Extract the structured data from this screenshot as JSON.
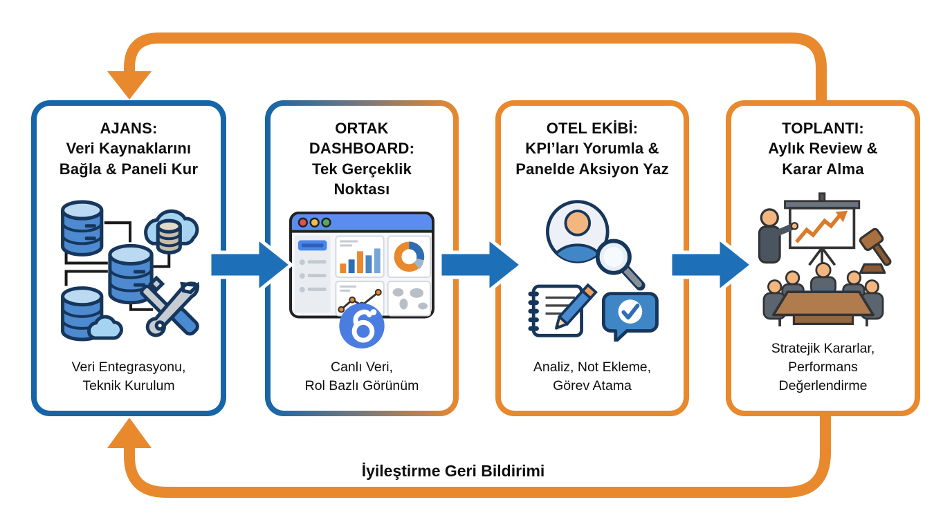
{
  "colors": {
    "blue": "#1565a8",
    "arrow_blue": "#1d6fb8",
    "orange": "#e8892e",
    "text": "#0d0d0d",
    "background": "#ffffff"
  },
  "steps": [
    {
      "name": "ajans",
      "title": "AJANS:\nVeri Kaynaklarını\nBağla & Paneli Kur",
      "subtitle": "Veri Entegrasyonu,\nTeknik Kurulum",
      "icon": "data-sources-icon",
      "border": "blue"
    },
    {
      "name": "ortak-dashboard",
      "title": "ORTAK\nDASHBOARD:\nTek Gerçeklik\nNoktası",
      "subtitle": "Canlı Veri,\nRol Bazlı Görünüm",
      "icon": "dashboard-icon",
      "border": "blue-to-orange-gradient"
    },
    {
      "name": "otel-ekibi",
      "title": "OTEL EKİBİ:\nKPI’ları Yorumla &\nPanelde Aksiyon Yaz",
      "subtitle": "Analiz, Not Ekleme,\nGörev Atama",
      "icon": "team-analysis-icon",
      "border": "orange"
    },
    {
      "name": "toplanti",
      "title": "TOPLANTI:\nAylık Review &\nKarar Alma",
      "subtitle": "Stratejik Kararlar,\nPerformans\nDeğerlendirme",
      "icon": "meeting-icon",
      "border": "orange"
    }
  ],
  "feedback_label": "İyileştirme Geri Bildirimi"
}
